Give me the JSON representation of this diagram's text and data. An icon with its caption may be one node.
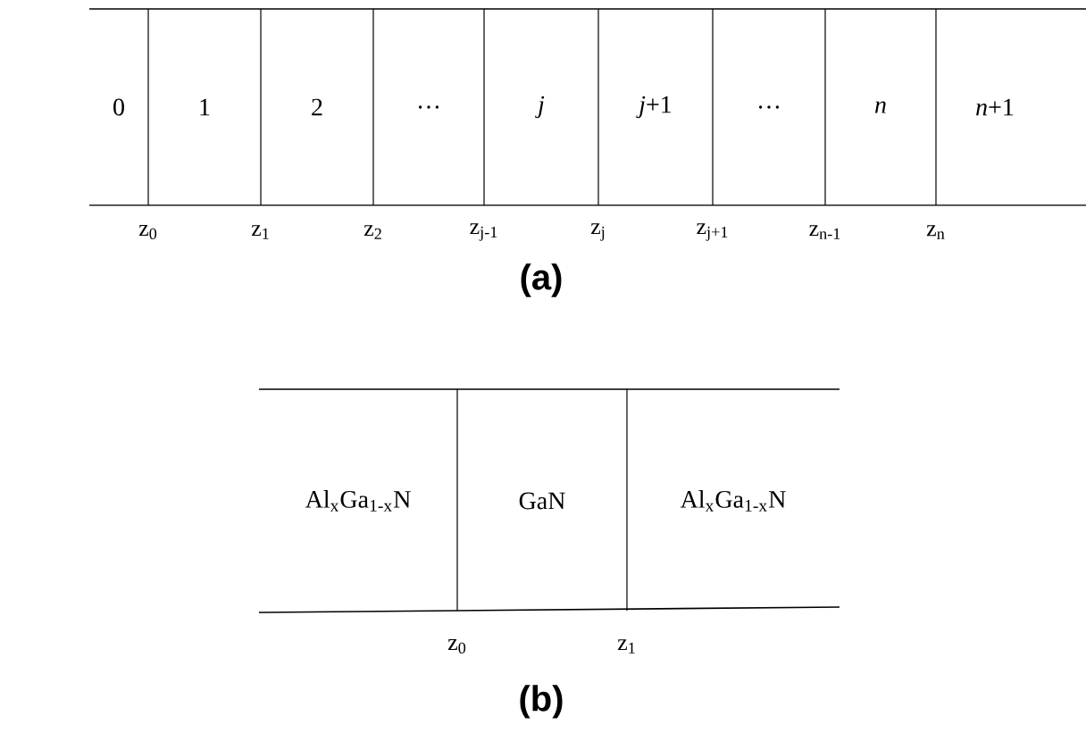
{
  "diagram": {
    "nodes": [
      {
        "text": [
          "0"
        ]
      },
      {
        "text": [
          "1"
        ]
      },
      {
        "text": [
          "2"
        ]
      },
      {
        "text": [
          "…"
        ]
      },
      {
        "text": [
          "*j*"
        ]
      },
      {
        "text": [
          "*j*+1"
        ]
      },
      {
        "text": [
          "…"
        ]
      },
      {
        "text": [
          "*n*"
        ]
      },
      {
        "text": [
          "*n*+1"
        ]
      },
      {
        "text": [
          "Al$_{x}$Ga$_{1-x}$N"
        ]
      },
      {
        "text": [
          "GaN"
        ]
      },
      {
        "text": [
          "Al$_{x}$Ga$_{1-x}$N"
        ]
      }
    ],
    "labels": [
      "z$_{0}$",
      "z$_{1}$",
      "z$_{2}$",
      "z$_{j-1}$",
      "z$_{j}$",
      "z$_{j+1}$",
      "z$_{n-1}$",
      "z$_{n}$",
      "(a)",
      "z$_{0}$",
      "z$_{1}$",
      "(b)"
    ]
  }
}
